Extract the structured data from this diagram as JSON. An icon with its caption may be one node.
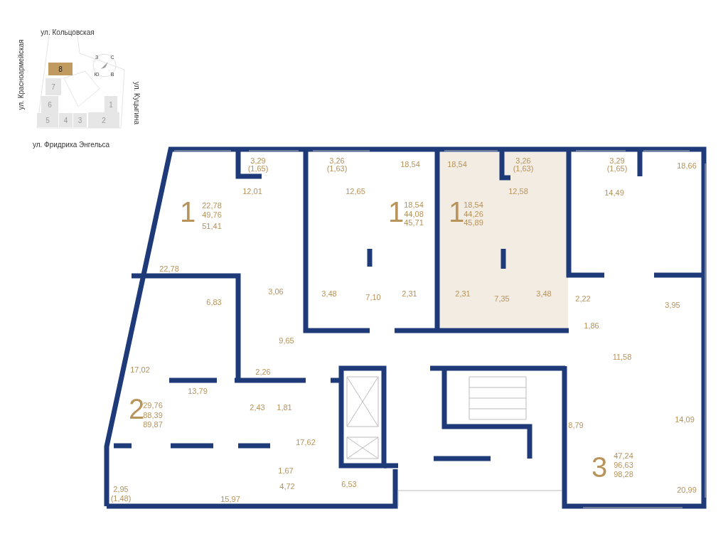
{
  "diagram": {
    "nodes": [
      {
        "text": [
          "8"
        ]
      },
      {
        "text": [
          "7"
        ]
      },
      {
        "text": [
          "6"
        ]
      },
      {
        "text": [
          "1"
        ]
      },
      {
        "text": [
          "5"
        ]
      },
      {
        "text": [
          "4"
        ]
      },
      {
        "text": [
          "3"
        ]
      },
      {
        "text": [
          "2"
        ]
      }
    ],
    "labels": [
      "ул. Кольцовская",
      "ул. Красноармейская",
      "ул. Куцыгина",
      "ул. Фридриха Энгельса",
      "З",
      "С",
      "Ю",
      "В",
      "1",
      "22,78",
      "49,76",
      "51,41",
      "3,29",
      "(1,65)",
      "12,01",
      "22,78",
      "6,83",
      "3,06",
      "3,48",
      "3,26",
      "(1,63)",
      "12,65",
      "18,54",
      "1",
      "18,54",
      "44,08",
      "45,71",
      "7,10",
      "2,31",
      "18,54",
      "1",
      "18,54",
      "44,26",
      "45,89",
      "3,26",
      "(1,63)",
      "12,58",
      "2,31",
      "7,35",
      "3,48",
      "3,29",
      "(1,65)",
      "14,49",
      "18,66",
      "2,22",
      "3,95",
      "1,86",
      "11,58",
      "14,09",
      "8,79",
      "3",
      "47,24",
      "96,63",
      "98,28",
      "20,99",
      "9,65",
      "17,02",
      "2,26",
      "13,79",
      "2",
      "29,76",
      "88,39",
      "89,87",
      "2,43",
      "1,81",
      "17,62",
      "1,67",
      "2,95",
      "(1,48)",
      "15,97",
      "4,72",
      "6,53"
    ]
  }
}
